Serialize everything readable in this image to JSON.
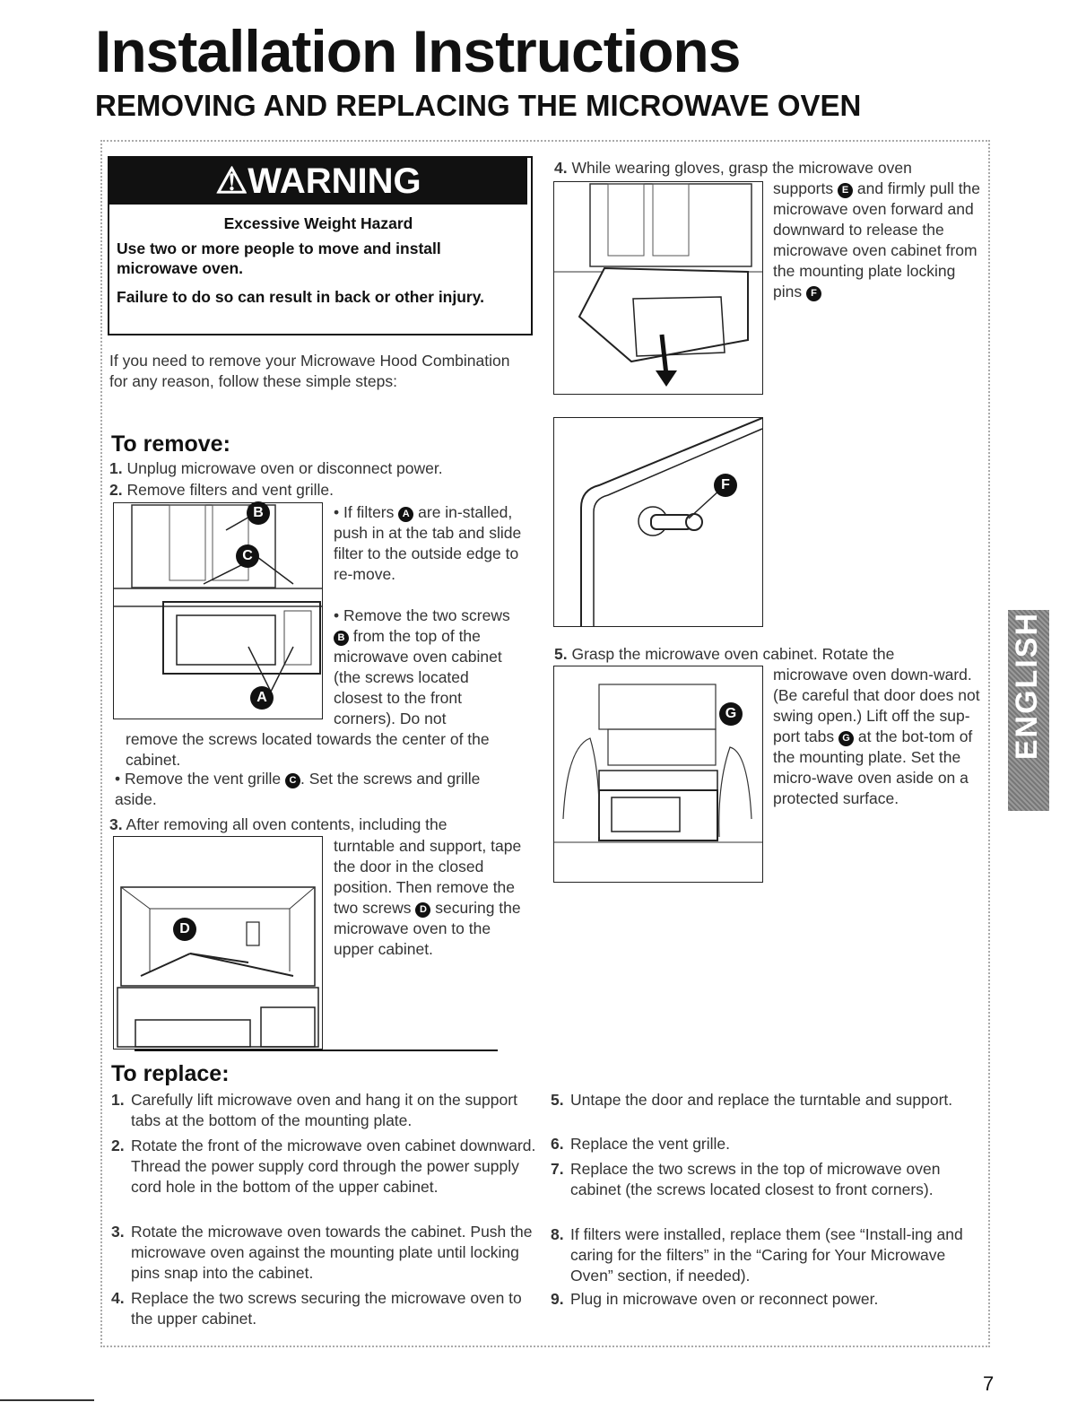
{
  "header": {
    "title": "Installation Instructions",
    "subtitle": "REMOVING AND REPLACING THE MICROWAVE OVEN"
  },
  "warning": {
    "heading": "⚠WARNING",
    "hazard": "Excessive Weight Hazard",
    "line1": "Use two or more people to move and install microwave oven.",
    "line2": "Failure to do so can result in back or other injury."
  },
  "intro": "If you need to remove your Microwave Hood Combination for any reason, follow these simple steps:",
  "remove": {
    "heading": "To remove:",
    "step1": "Unplug microwave oven or disconnect power.",
    "step2": "Remove filters and vent grille.",
    "filters_note_a": "• If filters",
    "filters_note_b": "are in-stalled, push in at the tab and slide filter to the outside edge to re-move.",
    "screws_note_a": "• Remove the two screws",
    "screws_note_b": "from the top of the microwave oven cabinet (the screws located closest to the front corners). Do not",
    "screws_note_c": "remove the screws located towards the center of the cabinet.",
    "grille_note_a": "• Remove the vent grille",
    "grille_note_b": ". Set the screws and grille aside.",
    "step3_a": "After removing all oven contents, including the",
    "step3_b": "turntable and support, tape the door in the closed position. Then remove the two screws",
    "step3_c": "securing the microwave oven to the upper cabinet.",
    "step4_a": "While wearing gloves, grasp the microwave oven",
    "step4_b": "supports",
    "step4_c": "and firmly pull the microwave oven forward and downward to release the microwave oven cabinet from the mounting plate locking pins",
    "step5_a": "Grasp the microwave oven cabinet. Rotate the",
    "step5_b": "microwave oven down-ward. (Be careful that door does not swing open.) Lift off the sup-port tabs",
    "step5_c": "at the bot-tom of the mounting plate. Set the micro-wave oven aside on a protected surface."
  },
  "replace": {
    "heading": "To replace:",
    "steps": [
      {
        "n": "1.",
        "text": "Carefully lift microwave oven and hang it on the support tabs at the bottom of the mounting plate."
      },
      {
        "n": "2.",
        "text": "Rotate the front of the microwave oven cabinet downward. Thread the power supply cord through the power supply cord hole in the bottom of the upper cabinet."
      },
      {
        "n": "3.",
        "text": "Rotate the microwave oven towards the cabinet. Push the microwave oven against the mounting plate until locking pins snap into the cabinet."
      },
      {
        "n": "4.",
        "text": "Replace the two screws securing the microwave oven to the upper cabinet."
      },
      {
        "n": "5.",
        "text": "Untape the door and replace the turntable and support."
      },
      {
        "n": "6.",
        "text": "Replace the vent grille."
      },
      {
        "n": "7.",
        "text": "Replace the two screws in the top of microwave oven cabinet (the screws located closest to front corners)."
      },
      {
        "n": "8.",
        "text": "If filters were installed, replace them (see “Install-ing and caring for the filters” in the “Caring for Your Microwave Oven” section, if needed)."
      },
      {
        "n": "9.",
        "text": "Plug in microwave oven or reconnect power."
      }
    ]
  },
  "nums": {
    "r1": "1.",
    "r2": "2.",
    "r3": "3.",
    "r4": "4.",
    "r5": "5."
  },
  "callouts": {
    "A": "A",
    "B": "B",
    "C": "C",
    "D": "D",
    "E": "E",
    "F": "F",
    "G": "G"
  },
  "sidebar_language": "ENGLISH",
  "page_number": "7"
}
